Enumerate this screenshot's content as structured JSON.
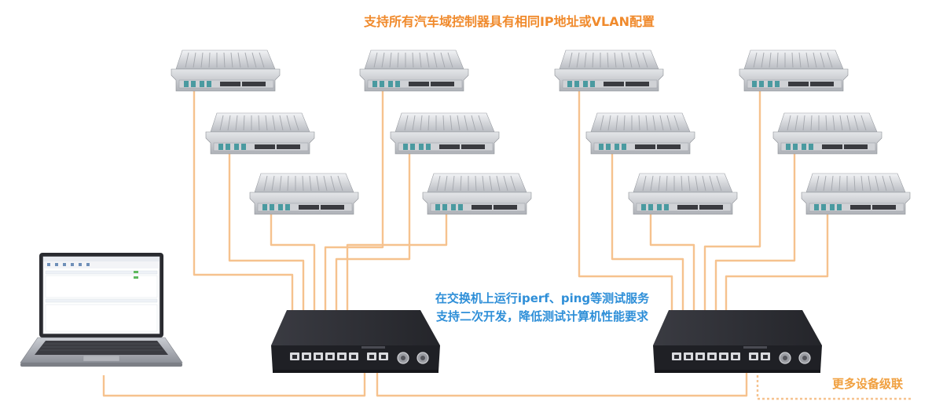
{
  "labels": {
    "top_title": "支持所有汽车域控制器具有相同IP地址或VLAN配置",
    "switch_line1": "在交换机上运行iperf、ping等测试服务",
    "switch_line2": "支持二次开发，降低测试计算机性能要求",
    "cascade": "更多设备级联"
  },
  "colors": {
    "link": "#f6c28e",
    "link_dashed": "#f6c28e",
    "title": "#f08a2c",
    "info": "#2f8fd8",
    "cascade": "#f0a040",
    "switch_body": "#2e2f36",
    "ecu_body": "#d6d8dc",
    "ecu_port": "#4a9aa0"
  },
  "icons": {
    "laptop": "laptop-icon",
    "switch": "ethernet-switch-icon",
    "controller": "ecu-controller-icon"
  }
}
